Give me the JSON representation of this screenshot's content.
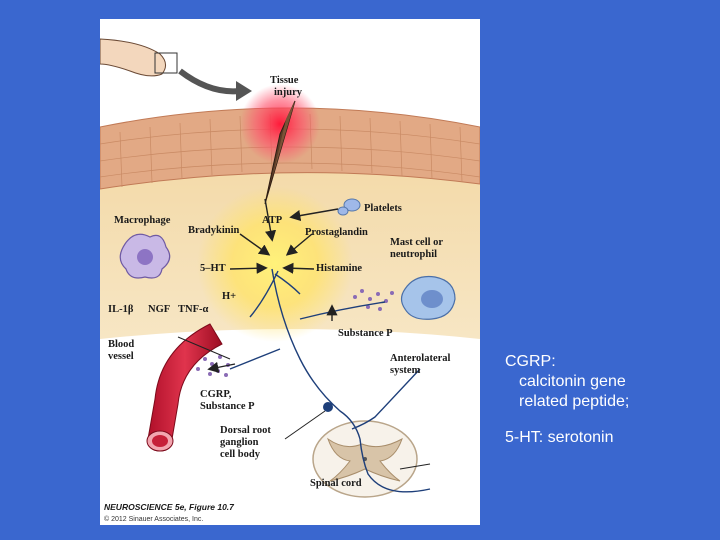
{
  "figure": {
    "labels": {
      "tissue_injury": [
        "Tissue",
        "injury"
      ],
      "platelets": "Platelets",
      "macrophage": "Macrophage",
      "atp": "ATP",
      "bradykinin": "Bradykinin",
      "prostaglandin": "Prostaglandin",
      "mast_cell": [
        "Mast cell or",
        "neutrophil"
      ],
      "ht5": "5–HT",
      "histamine": "Histamine",
      "h_plus": "H+",
      "il1b": "IL-1β",
      "ngf": "NGF",
      "tnfa": "TNF-α",
      "substance_p": "Substance P",
      "blood_vessel": [
        "Blood",
        "vessel"
      ],
      "anterolateral": [
        "Anterolateral",
        "system"
      ],
      "cgrp_sp": [
        "CGRP,",
        "Substance P"
      ],
      "dorsal_root": [
        "Dorsal root",
        "ganglion",
        "cell body"
      ],
      "spinal_cord": "Spinal cord"
    },
    "credit": {
      "title": "NEUROSCIENCE 5e, Figure 10.7",
      "copyright": "© 2012 Sinauer Associates, Inc."
    }
  },
  "caption": {
    "cgrp_term": "CGRP:",
    "cgrp_def_1": "calcitonin gene",
    "cgrp_def_2": "related peptide;",
    "ht_line": "5-HT: serotonin"
  }
}
